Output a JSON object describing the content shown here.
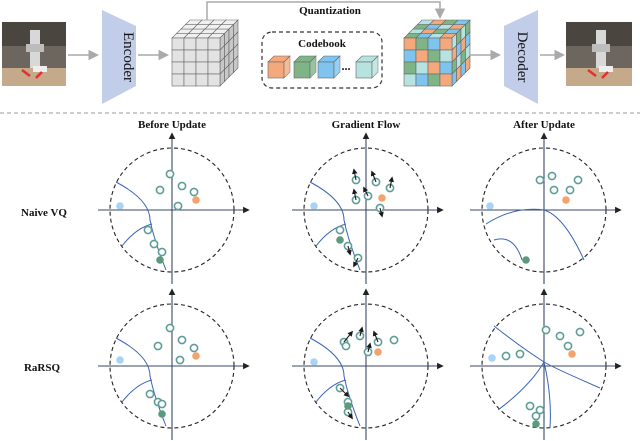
{
  "pipeline": {
    "encoder_label": "Encoder",
    "decoder_label": "Decoder",
    "quantization_label": "Quantization",
    "codebook_label": "Codebook",
    "codebook_ellipsis": "...",
    "codebook_colors": [
      "#f4a97c",
      "#7fb586",
      "#7ec4ee",
      "#b6e2e0"
    ],
    "robot_scene": "robot-arm-photo"
  },
  "columns": [
    "Before Update",
    "Gradient Flow",
    "After Update"
  ],
  "rows": [
    "Naive VQ",
    "RaRSQ"
  ],
  "colors": {
    "teal_point": "#5f9e97",
    "orange_point": "#f4a36e",
    "blue_point": "#a9d3f2",
    "green_point": "#5c9a7e",
    "boundary": "#3a64b5",
    "encoder_fill": "#c2cde9",
    "separator": "#999999"
  }
}
